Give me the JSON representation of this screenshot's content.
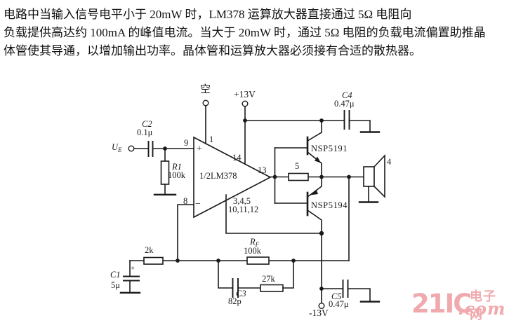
{
  "paragraph": {
    "lines": [
      "电路中当输入信号电平小于 20mW 时，LM378 运算放大器直接通过 5Ω 电阻向",
      "负载提供高达约 100mA 的峰值电流。当大于 20mW 时，通过 5Ω 电阻的负载电流偏置助推晶",
      "体管使其导通，以增加输出功率。晶体管和运算放大器必须接有合适的散热器。"
    ]
  },
  "circuit": {
    "input_terminal": {
      "base": "U",
      "sub": "E"
    },
    "nc_terminal": "空",
    "vcc_terminal": "+13V",
    "vee_terminal": "-13V",
    "c1": {
      "name": "C1",
      "value": "5μ",
      "polarity": "+"
    },
    "c2": {
      "name": "C2",
      "value": "0.1μ"
    },
    "c3": {
      "name": "C3",
      "value": "82p"
    },
    "c4": {
      "name": "C4",
      "value": "0.47μ"
    },
    "c5": {
      "name": "C5",
      "value": "0.47μ"
    },
    "r1": {
      "name": "R1",
      "value": "100k"
    },
    "rf": {
      "base": "R",
      "sub": "F",
      "value": "100k"
    },
    "r_2k": "2k",
    "r_27k": "27k",
    "r_out": "5",
    "speaker_impedance": "4",
    "q1": "NSP5191",
    "q2": "NSP5194",
    "opamp": {
      "label": "1/2LM378",
      "plus": "+",
      "minus": "−",
      "pin1": "1",
      "pin8": "8",
      "pin9": "9",
      "pin13": "13",
      "pin14": "14",
      "gnd_pins_row1": "3,4,5",
      "gnd_pins_row2": "10,11,12"
    }
  },
  "watermark": {
    "brand": "21IC",
    "site_cn": "电子网",
    "domain": ".com"
  },
  "colors": {
    "ink": "#1a1a1a",
    "watermark": "#f0a9ad",
    "background": "#ffffff"
  }
}
